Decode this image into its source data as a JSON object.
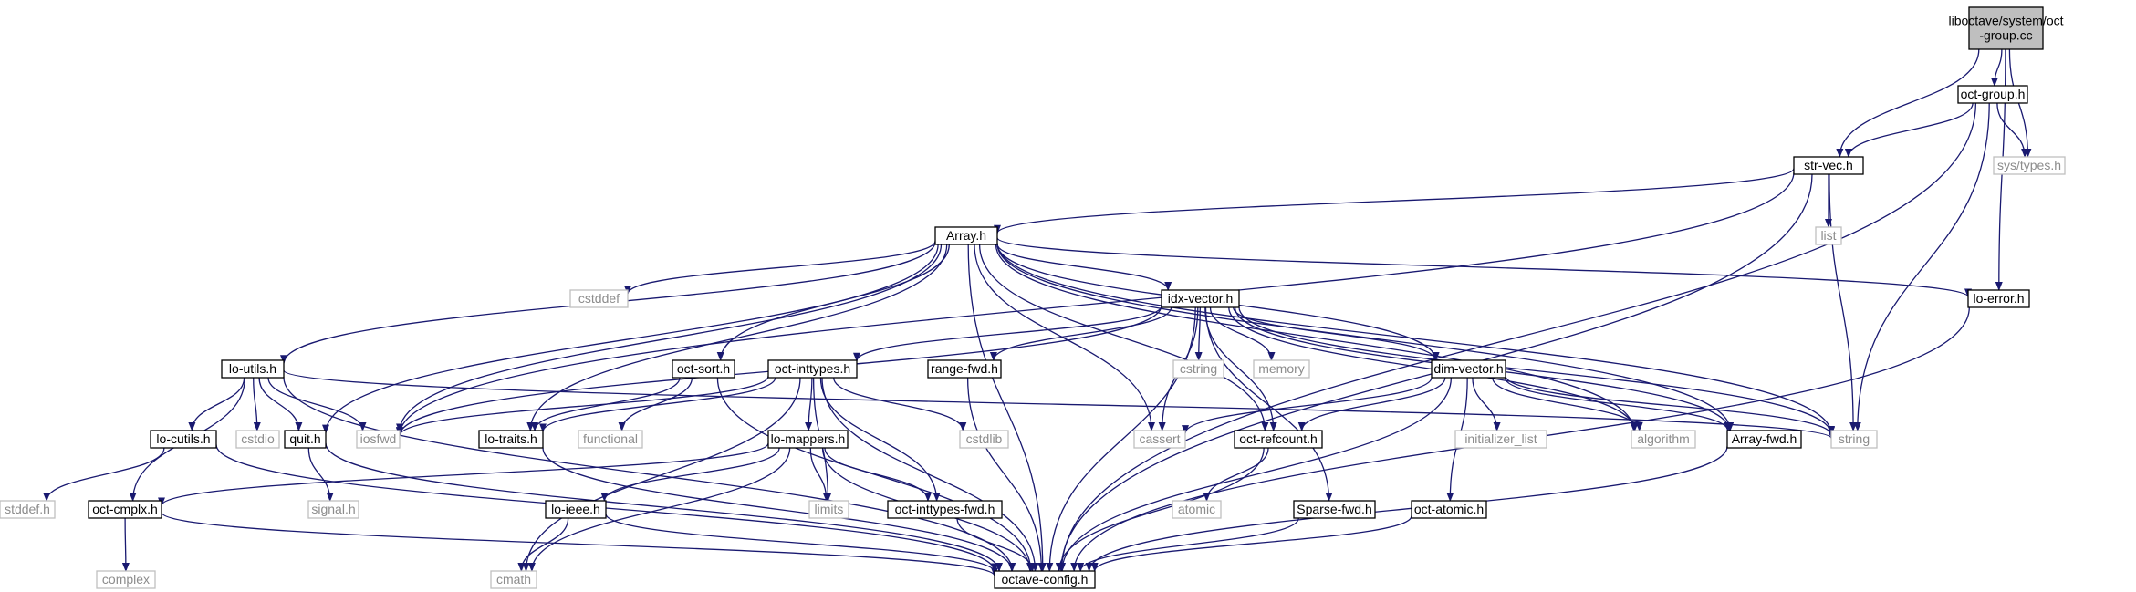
{
  "colors": {
    "edge": "#191970",
    "root_fill": "#bfbfbf",
    "root_stroke": "#000000",
    "local_stroke": "#000000",
    "system_stroke": "#bfbfbf",
    "local_text": "#000000",
    "system_text": "#8c8c8c"
  },
  "graph": {
    "nodes": [
      {
        "id": "root",
        "lines": [
          "liboctave/system/oct",
          "-group.cc"
        ],
        "kind": "root"
      },
      {
        "id": "octgroup",
        "lines": [
          "oct-group.h"
        ],
        "kind": "local"
      },
      {
        "id": "systypes",
        "lines": [
          "sys/types.h"
        ],
        "kind": "system"
      },
      {
        "id": "strvec",
        "lines": [
          "str-vec.h"
        ],
        "kind": "local"
      },
      {
        "id": "list",
        "lines": [
          "list"
        ],
        "kind": "system"
      },
      {
        "id": "arrayh",
        "lines": [
          "Array.h"
        ],
        "kind": "local"
      },
      {
        "id": "cstddef",
        "lines": [
          "cstddef"
        ],
        "kind": "system"
      },
      {
        "id": "idxvector",
        "lines": [
          "idx-vector.h"
        ],
        "kind": "local"
      },
      {
        "id": "loerror",
        "lines": [
          "lo-error.h"
        ],
        "kind": "local"
      },
      {
        "id": "loutils",
        "lines": [
          "lo-utils.h"
        ],
        "kind": "local"
      },
      {
        "id": "octsort",
        "lines": [
          "oct-sort.h"
        ],
        "kind": "local"
      },
      {
        "id": "octinttypes",
        "lines": [
          "oct-inttypes.h"
        ],
        "kind": "local"
      },
      {
        "id": "rangefwd",
        "lines": [
          "range-fwd.h"
        ],
        "kind": "local"
      },
      {
        "id": "cstring",
        "lines": [
          "cstring"
        ],
        "kind": "system"
      },
      {
        "id": "memory",
        "lines": [
          "memory"
        ],
        "kind": "system"
      },
      {
        "id": "dimvector",
        "lines": [
          "dim-vector.h"
        ],
        "kind": "local"
      },
      {
        "id": "cstdio",
        "lines": [
          "cstdio"
        ],
        "kind": "system"
      },
      {
        "id": "locutils",
        "lines": [
          "lo-cutils.h"
        ],
        "kind": "local"
      },
      {
        "id": "quith",
        "lines": [
          "quit.h"
        ],
        "kind": "local"
      },
      {
        "id": "iosfwd",
        "lines": [
          "iosfwd"
        ],
        "kind": "system"
      },
      {
        "id": "lotraits",
        "lines": [
          "lo-traits.h"
        ],
        "kind": "local"
      },
      {
        "id": "functional",
        "lines": [
          "functional"
        ],
        "kind": "system"
      },
      {
        "id": "lomappers",
        "lines": [
          "lo-mappers.h"
        ],
        "kind": "local"
      },
      {
        "id": "cstdlib",
        "lines": [
          "cstdlib"
        ],
        "kind": "system"
      },
      {
        "id": "cassert",
        "lines": [
          "cassert"
        ],
        "kind": "system"
      },
      {
        "id": "octrefcount",
        "lines": [
          "oct-refcount.h"
        ],
        "kind": "local"
      },
      {
        "id": "initlist",
        "lines": [
          "initializer_list"
        ],
        "kind": "system"
      },
      {
        "id": "algorithm",
        "lines": [
          "algorithm"
        ],
        "kind": "system"
      },
      {
        "id": "arrayfwd",
        "lines": [
          "Array-fwd.h"
        ],
        "kind": "local"
      },
      {
        "id": "string",
        "lines": [
          "string"
        ],
        "kind": "system"
      },
      {
        "id": "stddef",
        "lines": [
          "stddef.h"
        ],
        "kind": "system"
      },
      {
        "id": "signalh",
        "lines": [
          "signal.h"
        ],
        "kind": "system"
      },
      {
        "id": "octcmplx",
        "lines": [
          "oct-cmplx.h"
        ],
        "kind": "local"
      },
      {
        "id": "loieee",
        "lines": [
          "lo-ieee.h"
        ],
        "kind": "local"
      },
      {
        "id": "limits",
        "lines": [
          "limits"
        ],
        "kind": "system"
      },
      {
        "id": "octinttypesfwd",
        "lines": [
          "oct-inttypes-fwd.h"
        ],
        "kind": "local"
      },
      {
        "id": "atomic",
        "lines": [
          "atomic"
        ],
        "kind": "system"
      },
      {
        "id": "sparsefwd",
        "lines": [
          "Sparse-fwd.h"
        ],
        "kind": "local"
      },
      {
        "id": "octatomic",
        "lines": [
          "oct-atomic.h"
        ],
        "kind": "local"
      },
      {
        "id": "complex",
        "lines": [
          "complex"
        ],
        "kind": "system"
      },
      {
        "id": "cmath",
        "lines": [
          "cmath"
        ],
        "kind": "system"
      },
      {
        "id": "octaveconfig",
        "lines": [
          "octave-config.h"
        ],
        "kind": "local"
      }
    ],
    "edges": [
      [
        "root",
        "octgroup"
      ],
      [
        "root",
        "systypes"
      ],
      [
        "root",
        "strvec"
      ],
      [
        "root",
        "loerror"
      ],
      [
        "octgroup",
        "strvec"
      ],
      [
        "octgroup",
        "systypes"
      ],
      [
        "octgroup",
        "string"
      ],
      [
        "octgroup",
        "octaveconfig"
      ],
      [
        "strvec",
        "arrayh"
      ],
      [
        "strvec",
        "list"
      ],
      [
        "strvec",
        "string"
      ],
      [
        "strvec",
        "octaveconfig"
      ],
      [
        "strvec",
        "iosfwd"
      ],
      [
        "arrayh",
        "cstddef"
      ],
      [
        "arrayh",
        "idxvector"
      ],
      [
        "arrayh",
        "loerror"
      ],
      [
        "arrayh",
        "loutils"
      ],
      [
        "arrayh",
        "octsort"
      ],
      [
        "arrayh",
        "iosfwd"
      ],
      [
        "arrayh",
        "quith"
      ],
      [
        "arrayh",
        "lotraits"
      ],
      [
        "arrayh",
        "cassert"
      ],
      [
        "arrayh",
        "octrefcount"
      ],
      [
        "arrayh",
        "dimvector"
      ],
      [
        "arrayh",
        "algorithm"
      ],
      [
        "arrayh",
        "arrayfwd"
      ],
      [
        "arrayh",
        "string"
      ],
      [
        "arrayh",
        "octaveconfig"
      ],
      [
        "idxvector",
        "octinttypes"
      ],
      [
        "idxvector",
        "rangefwd"
      ],
      [
        "idxvector",
        "cstring"
      ],
      [
        "idxvector",
        "memory"
      ],
      [
        "idxvector",
        "dimvector"
      ],
      [
        "idxvector",
        "iosfwd"
      ],
      [
        "idxvector",
        "cassert"
      ],
      [
        "idxvector",
        "octrefcount"
      ],
      [
        "idxvector",
        "algorithm"
      ],
      [
        "idxvector",
        "arrayfwd"
      ],
      [
        "idxvector",
        "string"
      ],
      [
        "idxvector",
        "sparsefwd"
      ],
      [
        "idxvector",
        "octaveconfig"
      ],
      [
        "loerror",
        "octaveconfig"
      ],
      [
        "loutils",
        "cstdio"
      ],
      [
        "loutils",
        "locutils"
      ],
      [
        "loutils",
        "quith"
      ],
      [
        "loutils",
        "iosfwd"
      ],
      [
        "loutils",
        "octcmplx"
      ],
      [
        "loutils",
        "string"
      ],
      [
        "loutils",
        "octaveconfig"
      ],
      [
        "octsort",
        "lotraits"
      ],
      [
        "octsort",
        "functional"
      ],
      [
        "octsort",
        "octaveconfig"
      ],
      [
        "octinttypes",
        "lomappers"
      ],
      [
        "octinttypes",
        "cstdlib"
      ],
      [
        "octinttypes",
        "limits"
      ],
      [
        "octinttypes",
        "octinttypesfwd"
      ],
      [
        "octinttypes",
        "iosfwd"
      ],
      [
        "octinttypes",
        "lotraits"
      ],
      [
        "octinttypes",
        "cmath"
      ],
      [
        "octinttypes",
        "octaveconfig"
      ],
      [
        "rangefwd",
        "octaveconfig"
      ],
      [
        "dimvector",
        "cassert"
      ],
      [
        "dimvector",
        "octrefcount"
      ],
      [
        "dimvector",
        "initlist"
      ],
      [
        "dimvector",
        "algorithm"
      ],
      [
        "dimvector",
        "arrayfwd"
      ],
      [
        "dimvector",
        "string"
      ],
      [
        "dimvector",
        "octatomic"
      ],
      [
        "dimvector",
        "octaveconfig"
      ],
      [
        "locutils",
        "stddef"
      ],
      [
        "locutils",
        "octaveconfig"
      ],
      [
        "quith",
        "signalh"
      ],
      [
        "quith",
        "octaveconfig"
      ],
      [
        "lotraits",
        "octaveconfig"
      ],
      [
        "lomappers",
        "octcmplx"
      ],
      [
        "lomappers",
        "loieee"
      ],
      [
        "lomappers",
        "limits"
      ],
      [
        "lomappers",
        "octinttypesfwd"
      ],
      [
        "lomappers",
        "cmath"
      ],
      [
        "lomappers",
        "octaveconfig"
      ],
      [
        "octrefcount",
        "atomic"
      ],
      [
        "octrefcount",
        "octaveconfig"
      ],
      [
        "arrayfwd",
        "octaveconfig"
      ],
      [
        "octcmplx",
        "complex"
      ],
      [
        "octcmplx",
        "octaveconfig"
      ],
      [
        "loieee",
        "cmath"
      ],
      [
        "loieee",
        "octaveconfig"
      ],
      [
        "octinttypesfwd",
        "octaveconfig"
      ],
      [
        "sparsefwd",
        "octaveconfig"
      ],
      [
        "octatomic",
        "octaveconfig"
      ]
    ]
  }
}
